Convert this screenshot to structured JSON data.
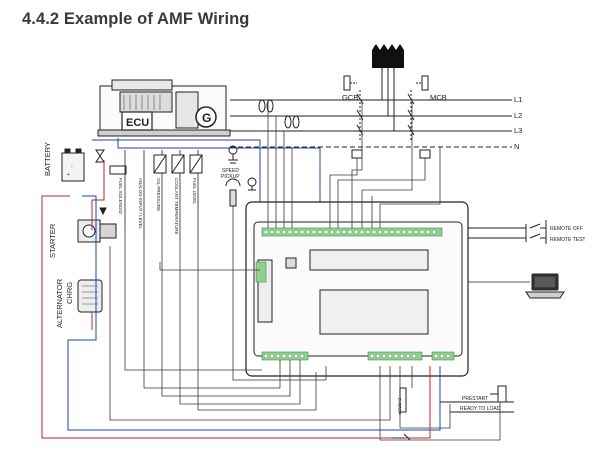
{
  "page": {
    "heading": "4.4.2 Example of AMF Wiring"
  },
  "labels": {
    "ecu": "ECU",
    "generator": "G",
    "battery": "BATTERY",
    "starter": "STARTER",
    "charge_alternator_line1": "CHRG",
    "charge_alternator_line2": "ALTERNATOR",
    "fuel_solenoid": "FUEL SOLENOID",
    "analog_input": "ANALOG INPUT / LEVEL",
    "oil_pressure": "OIL PRESSURE",
    "coolant_temp": "COOLANT TEMPERATURE",
    "fuel_level": "FUEL LEVEL",
    "speed_pickup_line1": "SPEED",
    "speed_pickup_line2": "PICKUP",
    "gcb": "GCB",
    "mcb": "MCB",
    "l1": "L1",
    "l2": "L2",
    "l3": "L3",
    "n": "N",
    "remote_off": "REMOTE OFF",
    "remote_test": "REMOTE TEST",
    "prestart": "PRESTART",
    "ready_to_load": "READY TO LOAD",
    "emergency_stop": "E-STOP",
    "plus": "+",
    "minus": "-"
  },
  "colors": {
    "wire": "#3a3a3a",
    "red": "#cc2222",
    "blue": "#1a44b8",
    "terminal": "#5cb85c",
    "line": "#222222"
  }
}
